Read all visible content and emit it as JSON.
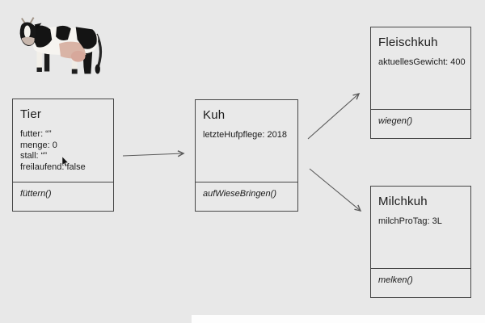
{
  "diagram": {
    "kind": "uml-class-diagram",
    "background_color": "#e8e8e8",
    "box_border_color": "#474747",
    "arrow_color": "#5a5a5a",
    "text_color": "#1b1b1b",
    "bottom_strip_color": "#fdfdfd"
  },
  "classes": [
    {
      "id": "tier",
      "title": "Tier",
      "attributes": [
        "futter: “”",
        "menge: 0",
        "stall: “”",
        "freilaufend: false"
      ],
      "methods": [
        "füttern()"
      ]
    },
    {
      "id": "kuh",
      "title": "Kuh",
      "attributes": [
        "letzteHufpflege: 2018"
      ],
      "methods": [
        "aufWieseBringen()"
      ]
    },
    {
      "id": "fleischkuh",
      "title": "Fleischkuh",
      "attributes": [
        "aktuellesGewicht: 400"
      ],
      "methods": [
        "wiegen()"
      ]
    },
    {
      "id": "milchkuh",
      "title": "Milchkuh",
      "attributes": [
        "milchProTag: 3L"
      ],
      "methods": [
        "melken()"
      ]
    }
  ],
  "relations": [
    {
      "from": "Tier",
      "to": "Kuh",
      "type": "arrow"
    },
    {
      "from": "Kuh",
      "to": "Fleischkuh",
      "type": "arrow"
    },
    {
      "from": "Kuh",
      "to": "Milchkuh",
      "type": "arrow"
    }
  ],
  "decorations": {
    "cow_image": "holstein-cow-illustration",
    "cursor_visible": true
  }
}
